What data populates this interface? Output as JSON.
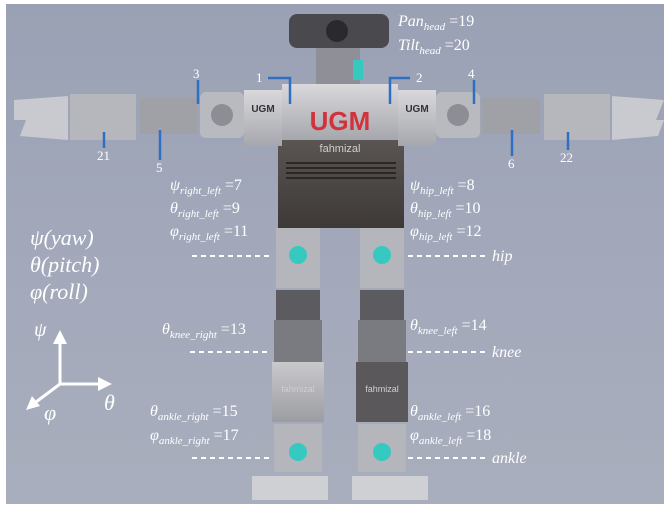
{
  "labels": {
    "pan_head": "Pan",
    "pan_head_sub": "head",
    "pan_head_val": " =19",
    "tilt_head": "Tilt",
    "tilt_head_sub": "head",
    "tilt_head_val": " =20",
    "psi_right": "ψ",
    "psi_right_sub": "right_left",
    "psi_right_val": " =7",
    "theta_right": "θ",
    "theta_right_sub": "right_left",
    "theta_right_val": " =9",
    "phi_right": "φ",
    "phi_right_sub": "right_left",
    "phi_right_val": " =11",
    "psi_hip": "ψ",
    "psi_hip_sub": "hip_left",
    "psi_hip_val": " =8",
    "theta_hip": "θ",
    "theta_hip_sub": "hip_left",
    "theta_hip_val": " =10",
    "phi_hip": "φ",
    "phi_hip_sub": "hip_left",
    "phi_hip_val": " =12",
    "theta_knee_right": "θ",
    "theta_knee_right_sub": "knee_right",
    "theta_knee_right_val": " =13",
    "theta_knee_left": "θ",
    "theta_knee_left_sub": "knee_left",
    "theta_knee_left_val": " =14",
    "theta_ankle_right": "θ",
    "theta_ankle_right_sub": "ankle_right",
    "theta_ankle_right_val": " =15",
    "phi_ankle_right": "φ",
    "phi_ankle_right_sub": "ankle_right",
    "phi_ankle_right_val": " =17",
    "theta_ankle_left": "θ",
    "theta_ankle_left_sub": "ankle_left",
    "theta_ankle_left_val": " =16",
    "phi_ankle_left": "φ",
    "phi_ankle_left_sub": "ankle_left",
    "phi_ankle_left_val": " =18"
  },
  "joint_levels": {
    "hip": "hip",
    "knee": "knee",
    "ankle": "ankle"
  },
  "legend": {
    "yaw": "ψ(yaw)",
    "pitch": "θ(pitch)",
    "roll": "φ(roll)"
  },
  "axes": {
    "up": "ψ",
    "right": "θ",
    "diag": "φ"
  },
  "callouts": [
    "1",
    "2",
    "3",
    "4",
    "5",
    "6",
    "21",
    "22"
  ],
  "robot": {
    "logo": "UGM",
    "brand": "fahmizal",
    "side_left": "UGM",
    "side_right": "UGM",
    "shin_left": "fahmizal",
    "shin_right": "fahmizal"
  },
  "colors": {
    "accent_red": "#d2323c",
    "callout_blue": "#2e6fc2",
    "servo_teal": "#35c9c0"
  }
}
